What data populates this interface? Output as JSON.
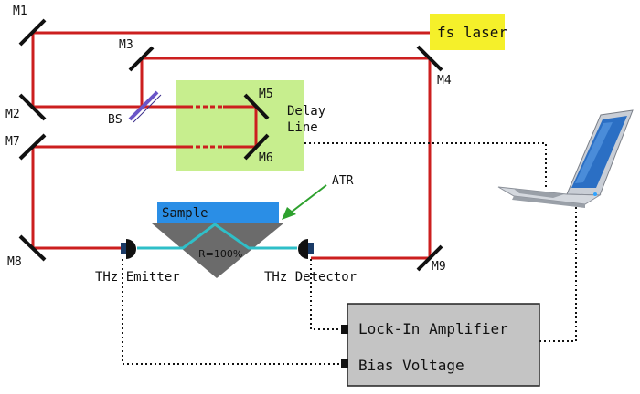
{
  "labels": {
    "laser": "fs laser",
    "delay_line_1": "Delay",
    "delay_line_2": "Line",
    "sample": "Sample",
    "reflectivity": "R=100%",
    "atr": "ATR",
    "emitter": "THz Emitter",
    "detector": "THz Detector",
    "beam_splitter": "BS",
    "lock_in": "Lock-In Amplifier",
    "bias": "Bias Voltage"
  },
  "mirrors": [
    "M1",
    "M2",
    "M3",
    "M4",
    "M5",
    "M6",
    "M7",
    "M8",
    "M9"
  ],
  "colors": {
    "beam": "#cc1f1f",
    "thz_path": "#2fbfc8",
    "laser_box": "#f5f02a",
    "delay_box": "#c7ee8e",
    "sample_box": "#2a8ee6",
    "prism": "#6b6b6b",
    "instrument_box": "#c4c4c4",
    "atr_arrow": "#2ea12e",
    "mirror": "#111111"
  },
  "icons": {
    "laptop": "laptop-icon",
    "emitter": "antenna-emitter-icon",
    "detector": "antenna-detector-icon"
  }
}
